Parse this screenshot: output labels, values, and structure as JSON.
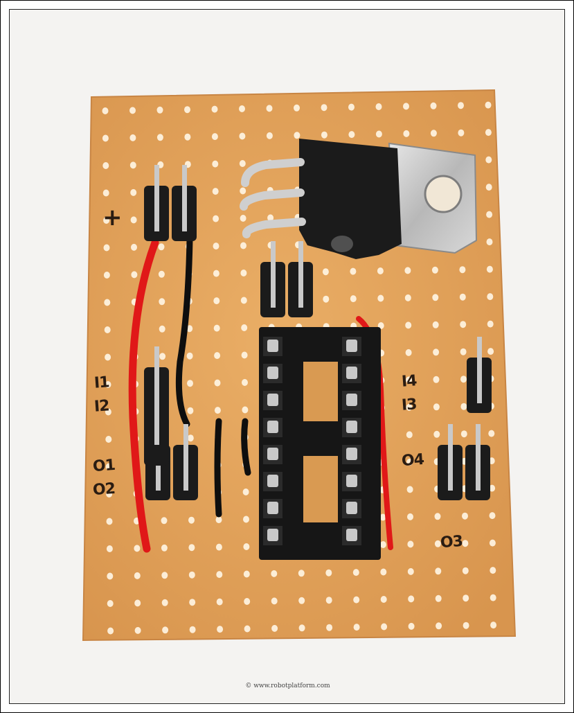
{
  "photo": {
    "subject": "stripboard",
    "colors": {
      "board": "#e2a35c",
      "board_edge": "#c88544",
      "hole": "#fff6e6",
      "plastic": "#1b1b1b",
      "metal": "#c9c9c9",
      "wire_red": "#e01818",
      "wire_black": "#0e0e0e",
      "ink": "#2a1c12",
      "ink_red": "#e0483a"
    }
  },
  "labels": {
    "plus": "+",
    "i1": "I1",
    "i2": "I2",
    "o1": "O1",
    "o2": "O2",
    "i4": "I4",
    "i3": "I3",
    "o4": "O4",
    "o3": "O3"
  },
  "copyright": "© www.robotplatform.com"
}
